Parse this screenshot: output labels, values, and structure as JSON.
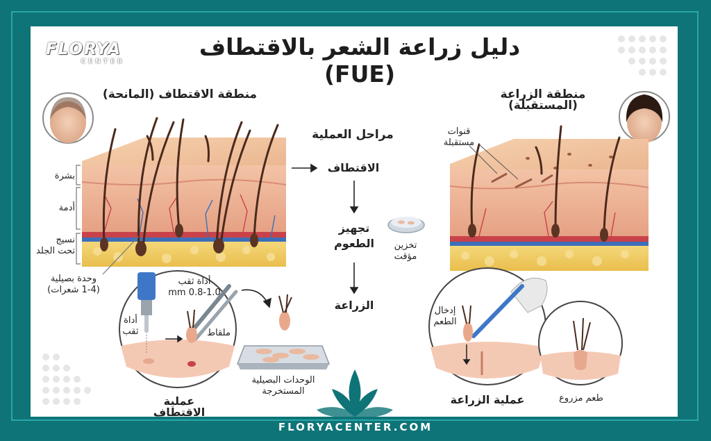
{
  "brand": {
    "logo_big": "FLORYA",
    "logo_small": "CENTER",
    "footer_url": "FLORYACENTER.COM"
  },
  "title": "دليل زراعة الشعر بالاقتطاف (FUE)",
  "donor": {
    "heading": "منطقة الاقتطاف (المانحة)",
    "layers": [
      "بشرة",
      "أدمة",
      "نسيج",
      "تحت الجلد"
    ],
    "follicular_unit_line1": "وحدة بصيلية",
    "follicular_unit_line2": "(1-4 شعرات)"
  },
  "recipient": {
    "heading": "منطقة الزراعة (المستقبلة)",
    "channels_line1": "قنوات",
    "channels_line2": "مستقبلة"
  },
  "process": {
    "heading": "مراحل العملية",
    "step1": "الاقتطاف",
    "step2_line1": "تجهيز",
    "step2_line2": "الطعوم",
    "step3": "الزراعة",
    "storage_line1": "تخزين",
    "storage_line2": "مؤقت"
  },
  "extraction_zoom": {
    "tool_line1": "أداة ثقب",
    "tool_line2": "0.8-1.0 mm",
    "punch_line1": "أداة",
    "punch_line2": "ثقب",
    "forceps": "ملقاط",
    "caption": "عملية الاقتطاف"
  },
  "extracted_units_line1": "الوحدات البصيلية",
  "extracted_units_line2": "المستخرجة",
  "implant_zoom": {
    "insert_line1": "إدخال",
    "insert_line2": "الطعم",
    "caption": "عملية الزراعة",
    "implanted": "طعم مزروع"
  },
  "colors": {
    "frame": "#0e7477",
    "skin_top": "#f0c09a",
    "skin_side": "#e9a88c",
    "fat": "#f2cf6c",
    "hair": "#4a2a1c"
  }
}
